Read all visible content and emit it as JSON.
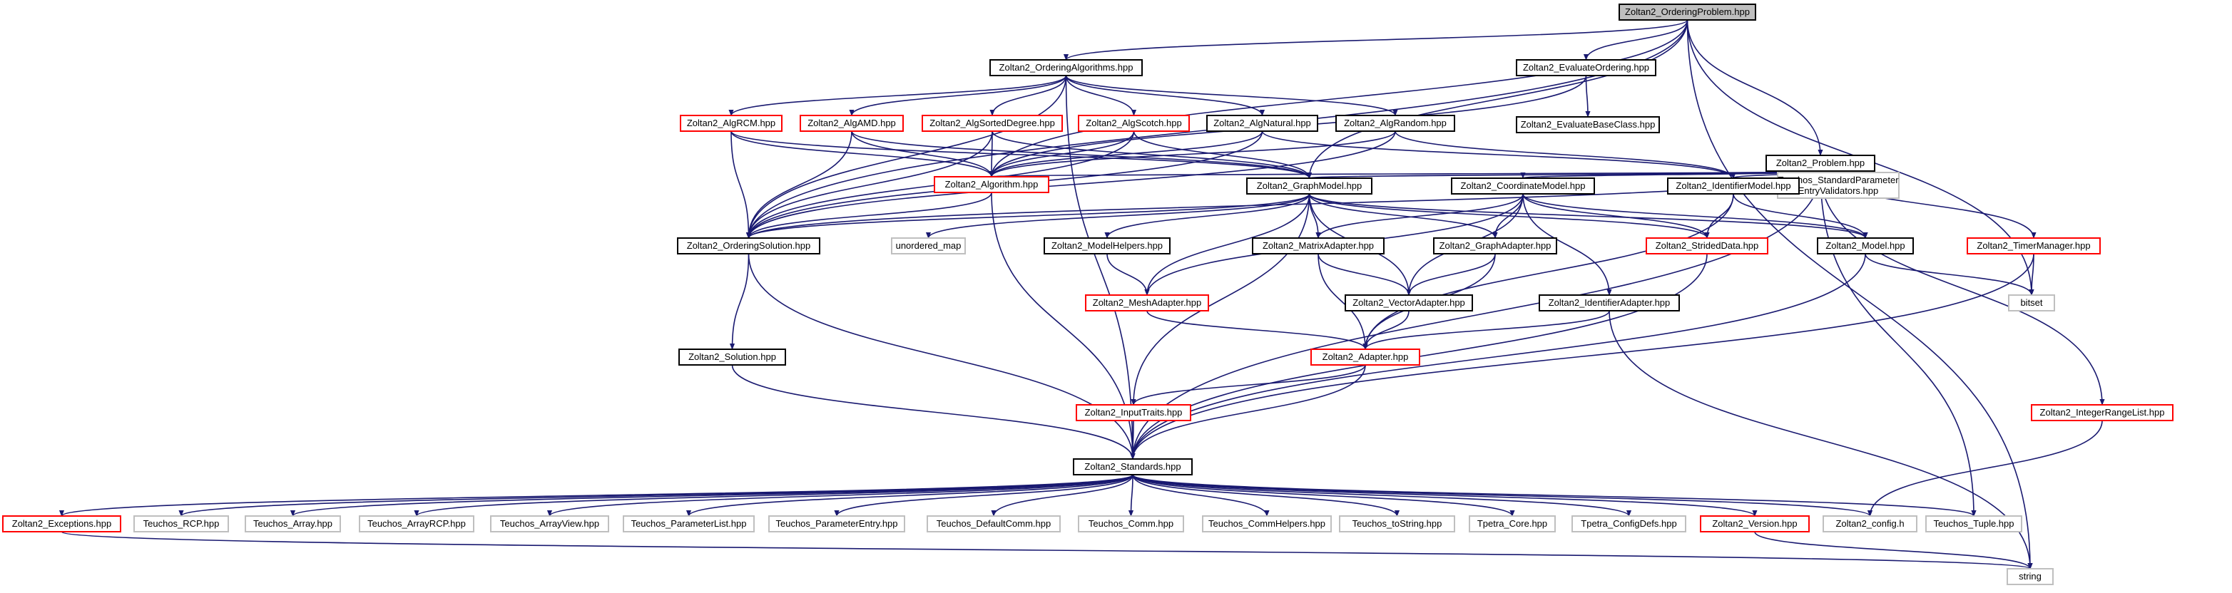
{
  "colors": {
    "edge": "#191970",
    "border_black": "#000000",
    "border_red": "#ff0000",
    "border_gray": "#bfbfbf",
    "root_fill": "#bfbfbf"
  },
  "nodes": {
    "n_root": {
      "label": "Zoltan2_OrderingProblem.hpp",
      "style": "root"
    },
    "n_ordalg": {
      "label": "Zoltan2_OrderingAlgorithms.hpp",
      "style": "black"
    },
    "n_evalord": {
      "label": "Zoltan2_EvaluateOrdering.hpp",
      "style": "black"
    },
    "n_evalbase": {
      "label": "Zoltan2_EvaluateBaseClass.hpp",
      "style": "black"
    },
    "n_problem": {
      "label": "Zoltan2_Problem.hpp",
      "style": "black"
    },
    "n_rcm": {
      "label": "Zoltan2_AlgRCM.hpp",
      "style": "red"
    },
    "n_amd": {
      "label": "Zoltan2_AlgAMD.hpp",
      "style": "red"
    },
    "n_sorted": {
      "label": "Zoltan2_AlgSortedDegree.hpp",
      "style": "red"
    },
    "n_scotch": {
      "label": "Zoltan2_AlgScotch.hpp",
      "style": "red"
    },
    "n_natural": {
      "label": "Zoltan2_AlgNatural.hpp",
      "style": "black"
    },
    "n_random": {
      "label": "Zoltan2_AlgRandom.hpp",
      "style": "black"
    },
    "n_stdparam": {
      "label": "Teuchos_StandardParameter",
      "label2": "EntryValidators.hpp",
      "style": "gray"
    },
    "n_algorithm": {
      "label": "Zoltan2_Algorithm.hpp",
      "style": "red"
    },
    "n_graphmodel": {
      "label": "Zoltan2_GraphModel.hpp",
      "style": "black"
    },
    "n_coordmodel": {
      "label": "Zoltan2_CoordinateModel.hpp",
      "style": "black"
    },
    "n_idmodel": {
      "label": "Zoltan2_IdentifierModel.hpp",
      "style": "black"
    },
    "n_ordsol": {
      "label": "Zoltan2_OrderingSolution.hpp",
      "style": "black"
    },
    "n_unordmap": {
      "label": "unordered_map",
      "style": "gray"
    },
    "n_modelhelpers": {
      "label": "Zoltan2_ModelHelpers.hpp",
      "style": "black"
    },
    "n_matrixadapter": {
      "label": "Zoltan2_MatrixAdapter.hpp",
      "style": "black"
    },
    "n_graphadapter": {
      "label": "Zoltan2_GraphAdapter.hpp",
      "style": "black"
    },
    "n_strided": {
      "label": "Zoltan2_StridedData.hpp",
      "style": "red"
    },
    "n_model": {
      "label": "Zoltan2_Model.hpp",
      "style": "black"
    },
    "n_timer": {
      "label": "Zoltan2_TimerManager.hpp",
      "style": "red"
    },
    "n_meshadapter": {
      "label": "Zoltan2_MeshAdapter.hpp",
      "style": "red"
    },
    "n_vectoradapter": {
      "label": "Zoltan2_VectorAdapter.hpp",
      "style": "black"
    },
    "n_idadapter": {
      "label": "Zoltan2_IdentifierAdapter.hpp",
      "style": "black"
    },
    "n_bitset": {
      "label": "bitset",
      "style": "gray"
    },
    "n_solution": {
      "label": "Zoltan2_Solution.hpp",
      "style": "black"
    },
    "n_adapter": {
      "label": "Zoltan2_Adapter.hpp",
      "style": "red"
    },
    "n_inputtraits": {
      "label": "Zoltan2_InputTraits.hpp",
      "style": "red"
    },
    "n_intrange": {
      "label": "Zoltan2_IntegerRangeList.hpp",
      "style": "red"
    },
    "n_standards": {
      "label": "Zoltan2_Standards.hpp",
      "style": "black"
    },
    "n_exceptions": {
      "label": "Zoltan2_Exceptions.hpp",
      "style": "red"
    },
    "n_rcp": {
      "label": "Teuchos_RCP.hpp",
      "style": "gray"
    },
    "n_array": {
      "label": "Teuchos_Array.hpp",
      "style": "gray"
    },
    "n_arrayrcp": {
      "label": "Teuchos_ArrayRCP.hpp",
      "style": "gray"
    },
    "n_arrayview": {
      "label": "Teuchos_ArrayView.hpp",
      "style": "gray"
    },
    "n_paramlist": {
      "label": "Teuchos_ParameterList.hpp",
      "style": "gray"
    },
    "n_paramentry": {
      "label": "Teuchos_ParameterEntry.hpp",
      "style": "gray"
    },
    "n_defcomm": {
      "label": "Teuchos_DefaultComm.hpp",
      "style": "gray"
    },
    "n_comm": {
      "label": "Teuchos_Comm.hpp",
      "style": "gray"
    },
    "n_commhelpers": {
      "label": "Teuchos_CommHelpers.hpp",
      "style": "gray"
    },
    "n_tostring": {
      "label": "Teuchos_toString.hpp",
      "style": "gray"
    },
    "n_tpetracore": {
      "label": "Tpetra_Core.hpp",
      "style": "gray"
    },
    "n_tpetraconfig": {
      "label": "Tpetra_ConfigDefs.hpp",
      "style": "gray"
    },
    "n_version": {
      "label": "Zoltan2_Version.hpp",
      "style": "red"
    },
    "n_config": {
      "label": "Zoltan2_config.h",
      "style": "gray"
    },
    "n_tuple": {
      "label": "Teuchos_Tuple.hpp",
      "style": "gray"
    },
    "n_string": {
      "label": "string",
      "style": "gray"
    }
  }
}
